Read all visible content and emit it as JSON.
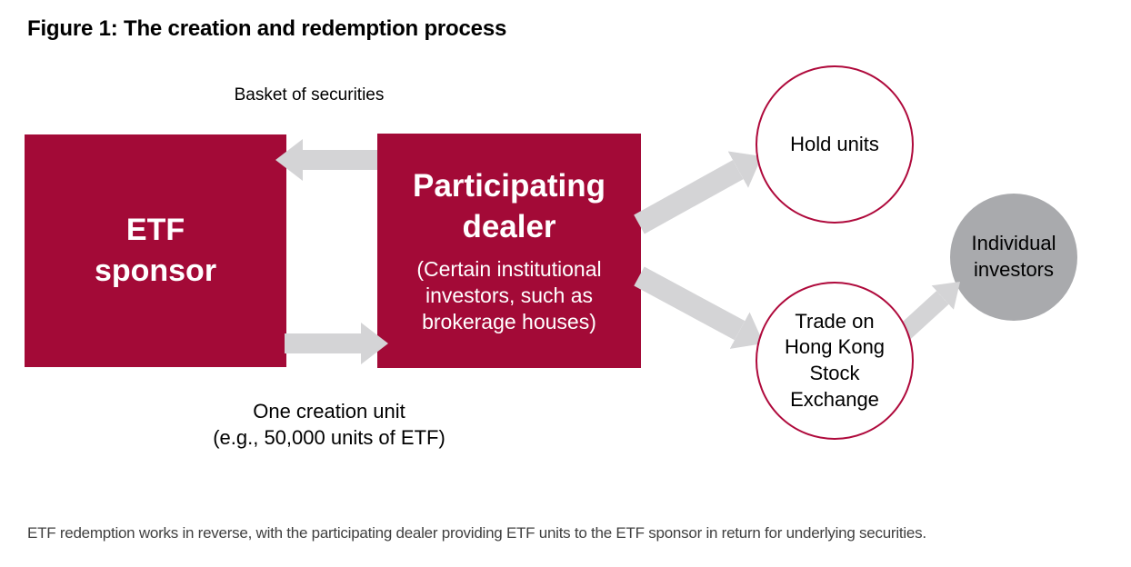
{
  "title": "Figure 1: The creation and redemption process",
  "flow": {
    "basket_label": "Basket of securities",
    "creation_unit_label": {
      "line1": "One creation unit",
      "line2": "(e.g., 50,000 units of ETF)"
    },
    "etf_sponsor": "ETF sponsor",
    "participating_dealer": {
      "name": "Participating dealer",
      "description": "(Certain institutional investors, such as brokerage houses)"
    },
    "hold_units": "Hold units",
    "trade_on_exchange": "Trade on Hong Kong Stock Exchange",
    "individual_investors": "Individual investors"
  },
  "footnote": "ETF redemption works in reverse, with the participating dealer providing ETF units to the ETF sponsor in return for underlying securities.",
  "colors": {
    "maroon": "#A30A37",
    "circle_border": "#AF0A3C",
    "arrow_gray": "#D4D4D6",
    "investor_gray": "#A9AAAD",
    "caption_text": "#404040"
  }
}
